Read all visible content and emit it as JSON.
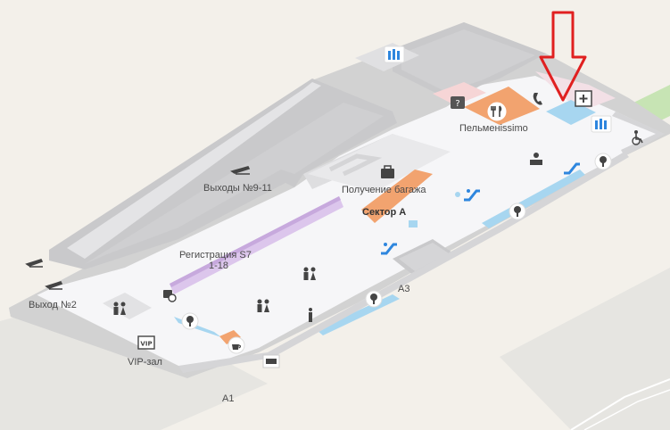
{
  "map": {
    "title": "",
    "colors": {
      "background": "#f3f0ea",
      "terrain": "#e4e3df",
      "floor": "#f6f6f8",
      "wall": "#d3d3d3",
      "restricted": "#c9c9cb",
      "baggage": "#f2a36f",
      "checkin": "#dcc6ec",
      "shops": "#a7d6f0",
      "arrow": "#e02020",
      "green": "#c7e4b4"
    },
    "labels": {
      "gates_9_11": "Выходы №9-11",
      "baggage_claim": "Получение багажа",
      "sector_a": "Сектор А",
      "checkin": "Регистрация S7",
      "checkin_range": "1-18",
      "gate_2": "Выход №2",
      "vip": "VIP-зал",
      "a1": "A1",
      "a3": "A3",
      "restaurant": "Пельменissimo"
    },
    "icons": {
      "vip_badge": "VIP",
      "departure": "departure-plane-icon",
      "elevator": "elevator-icon",
      "escalator": "escalator-icon",
      "restaurant": "fork-knife-icon",
      "phone": "phone-icon",
      "first_aid": "first-aid-icon",
      "wheelchair": "wheelchair-icon",
      "baggage": "baggage-icon",
      "info": "info-icon",
      "toilets": "toilets-icon",
      "cafe": "coffee-cup-icon",
      "atm": "atm-icon",
      "lost_found": "lost-and-found-icon",
      "storage": "luggage-storage-icon",
      "tree": "tree-icon"
    }
  }
}
